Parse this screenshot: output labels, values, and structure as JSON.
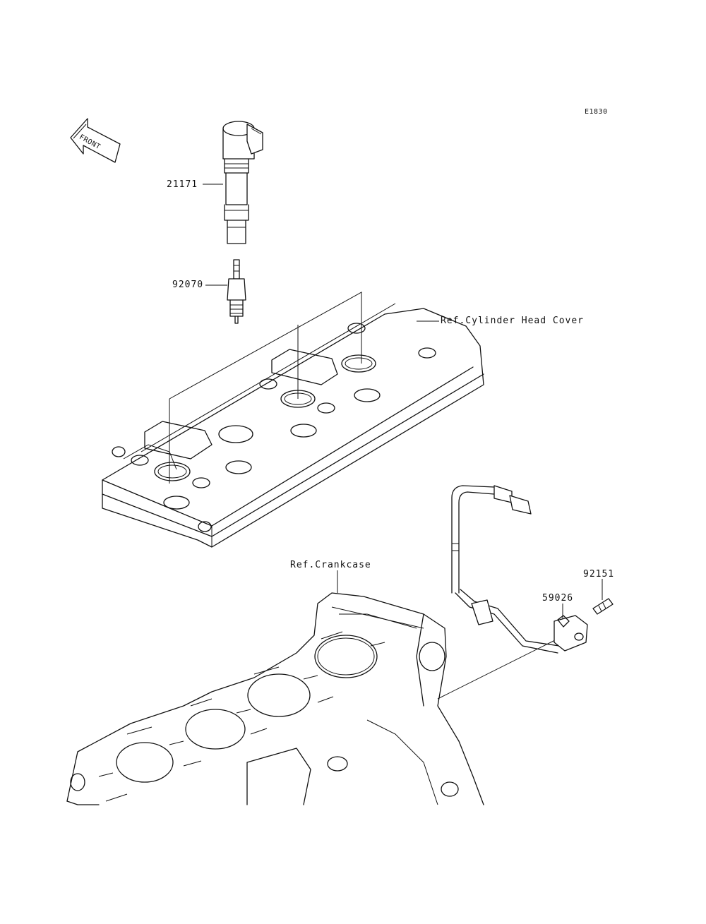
{
  "diagram_code": "E1830",
  "front_indicator": {
    "text": "FRONT",
    "icon": "front-arrow-icon"
  },
  "parts": [
    {
      "number": "21171"
    },
    {
      "number": "92070"
    },
    {
      "number": "92151"
    },
    {
      "number": "59026"
    }
  ],
  "references": [
    {
      "text": "Ref.Cylinder Head Cover"
    },
    {
      "text": "Ref.Crankcase"
    }
  ],
  "colors": {
    "line": "#111111",
    "background": "#ffffff"
  }
}
